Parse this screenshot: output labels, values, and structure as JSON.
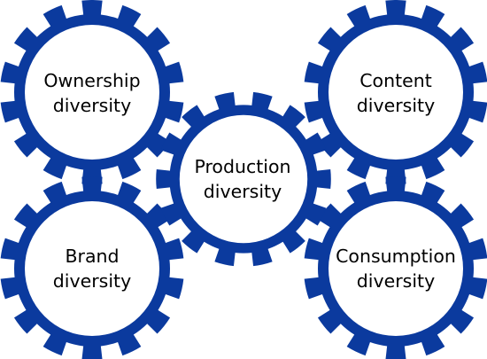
{
  "colors": {
    "gear": "#0b3a9e",
    "gear_face": "#ffffff",
    "text": "#000000",
    "background": "#ffffff"
  },
  "gears": {
    "ownership": {
      "line1": "Ownership",
      "line2": "diversity"
    },
    "content": {
      "line1": "Content",
      "line2": "diversity"
    },
    "production": {
      "line1": "Production",
      "line2": "diversity"
    },
    "brand": {
      "line1": "Brand",
      "line2": "diversity"
    },
    "consumption": {
      "line1": "Consumption",
      "line2": "diversity"
    }
  }
}
